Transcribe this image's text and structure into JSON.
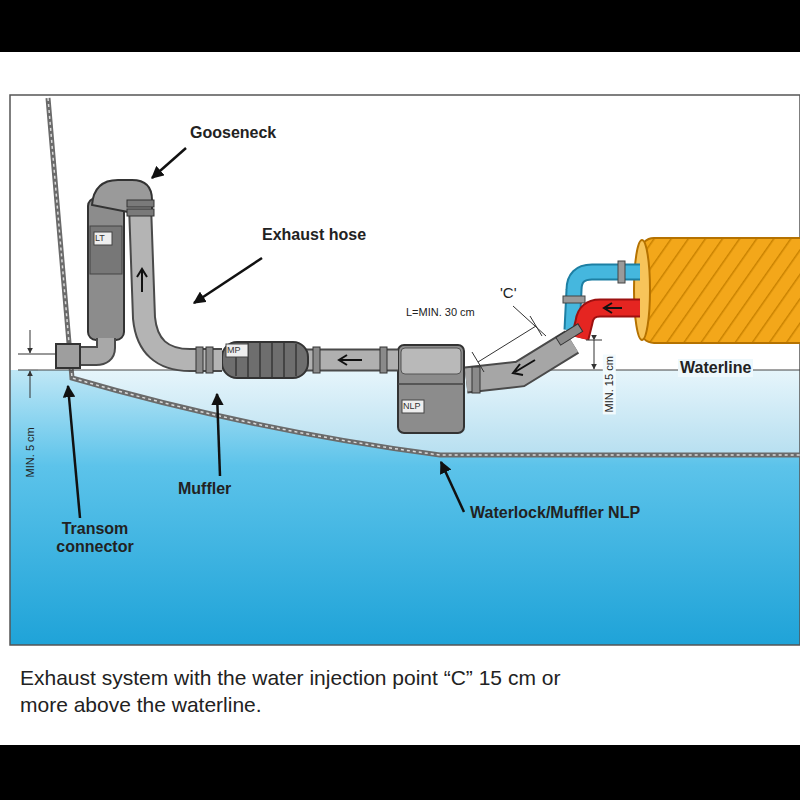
{
  "diagram": {
    "caption": "Exhaust system with the water injection point “C” 15 cm or more above the waterline.",
    "labels": [
      "Gooseneck",
      "Exhaust hose",
      "L=MIN. 30 cm",
      "'C'",
      "MIN. 15 cm",
      "Waterline",
      "MIN. 5 cm",
      "Muffler",
      "Waterlock/Muffler NLP",
      "Transom connector",
      "LT",
      "MP",
      "NLP"
    ]
  }
}
